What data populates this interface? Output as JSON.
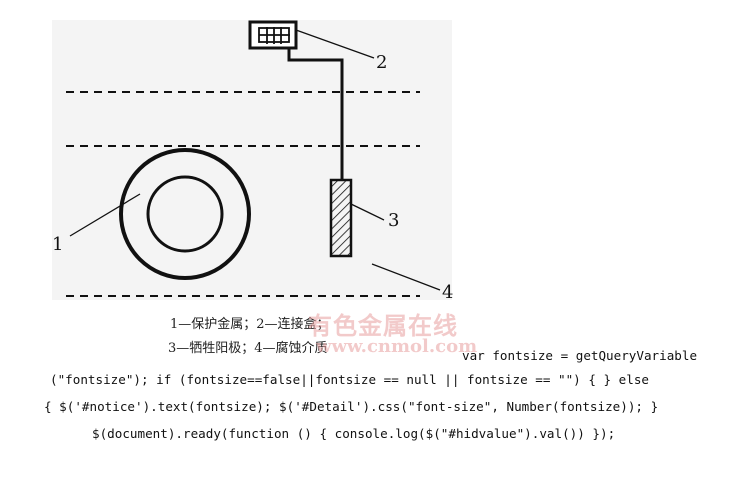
{
  "diagram": {
    "labels": {
      "item1": "1",
      "item2": "2",
      "item3": "3",
      "item4": "4"
    }
  },
  "caption": {
    "line1": "1—保护金属；2—连接盒；",
    "line2": "3—牺牲阳极；4—腐蚀介质"
  },
  "watermark": {
    "text": "有色金属在线",
    "url": "www.cnmol.com"
  },
  "code": {
    "line1": "var fontsize = getQueryVariable",
    "line2": "(\"fontsize\"); if (fontsize==false||fontsize == null || fontsize == \"\") { } else",
    "line3": "{ $('#notice').text(fontsize); $('#Detail').css(\"font-size\", Number(fontsize)); }",
    "line4": "$(document).ready(function () { console.log($(\"#hidvalue\").val()) });"
  }
}
